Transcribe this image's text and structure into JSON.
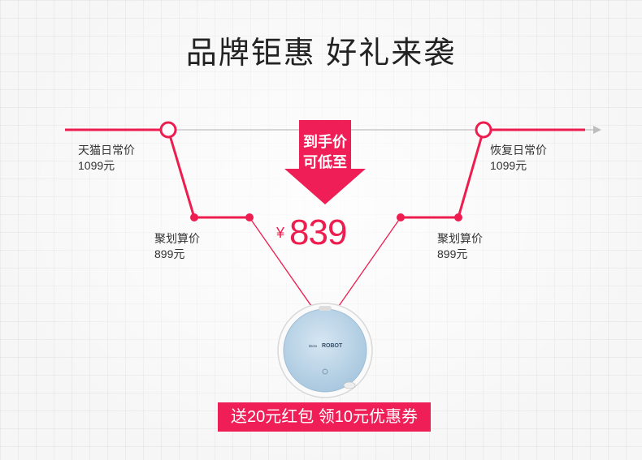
{
  "title": "品牌钜惠 好礼来袭",
  "badge": {
    "line1": "到手价",
    "line2": "可低至"
  },
  "price": {
    "currency": "¥",
    "amount": "839"
  },
  "labels": {
    "tmall": {
      "name": "天猫日常价",
      "price": "1099元"
    },
    "juhua_left": {
      "name": "聚划算价",
      "price": "899元"
    },
    "juhua_right": {
      "name": "聚划算价",
      "price": "899元"
    },
    "restore": {
      "name": "恢复日常价",
      "price": "1099元"
    }
  },
  "product": {
    "brand": "ROBOT",
    "brand_prefix": "iBoto"
  },
  "promo": "送20元红包 领10元优惠券",
  "colors": {
    "accent": "#ee1d4f",
    "promo_bg": "#ef1e56",
    "product": "#b9d4e8"
  }
}
